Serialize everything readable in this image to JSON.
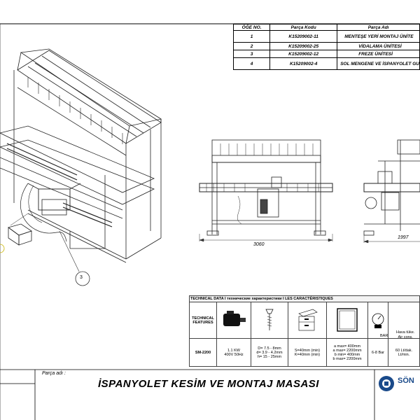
{
  "bom": {
    "headers": [
      "ÖĞE NO.",
      "Parça Kodu",
      "Parça Adı"
    ],
    "rows": [
      {
        "no": "1",
        "code": "K15209002-11",
        "name": "MENTEŞE YERİ MONTAJ ÜNİTE"
      },
      {
        "no": "2",
        "code": "K15209002-25",
        "name": "VİDALAMA ÜNİTESİ"
      },
      {
        "no": "3",
        "code": "K15209002-12",
        "name": "FREZE ÜNİTESİ"
      },
      {
        "no": "4",
        "code": "K15209002-4",
        "name": "SOL MENGENE VE İSPANYOLET GU"
      }
    ]
  },
  "views": {
    "front_width": "3060",
    "side_width": "1997",
    "callout": "3"
  },
  "tech": {
    "header": "TECHNICAL DATA I  технические характеристики I LES CARACTÉRISTIQUES",
    "features_label": "TECHNICAL FEATURES",
    "model": "SM-2200",
    "motor": [
      "1.1 KW",
      "400V 50Hz"
    ],
    "screw": [
      "D= 7.5 - 8mm",
      "d= 3.9 - 4.2mm",
      "h= 15 - 25mm"
    ],
    "drawer": [
      "S=40mm (min)",
      "K=40mm (min)"
    ],
    "frame": [
      "a max= 400mm",
      "a max= 2200mm",
      "b min= 400mm",
      "b max= 2200mm"
    ],
    "bar_label": "BAR",
    "bar_value": "6-8 Bar",
    "air_label": [
      "Hava tüke.",
      "Air cons."
    ],
    "air_value": [
      "60 Lt/dak.",
      "Lt/min."
    ]
  },
  "titleblock": {
    "part_name_label": "Parça adı :",
    "title": "İSPANYOLET KESİM VE MONTAJ MASASI",
    "logo_text": "SÖN"
  }
}
